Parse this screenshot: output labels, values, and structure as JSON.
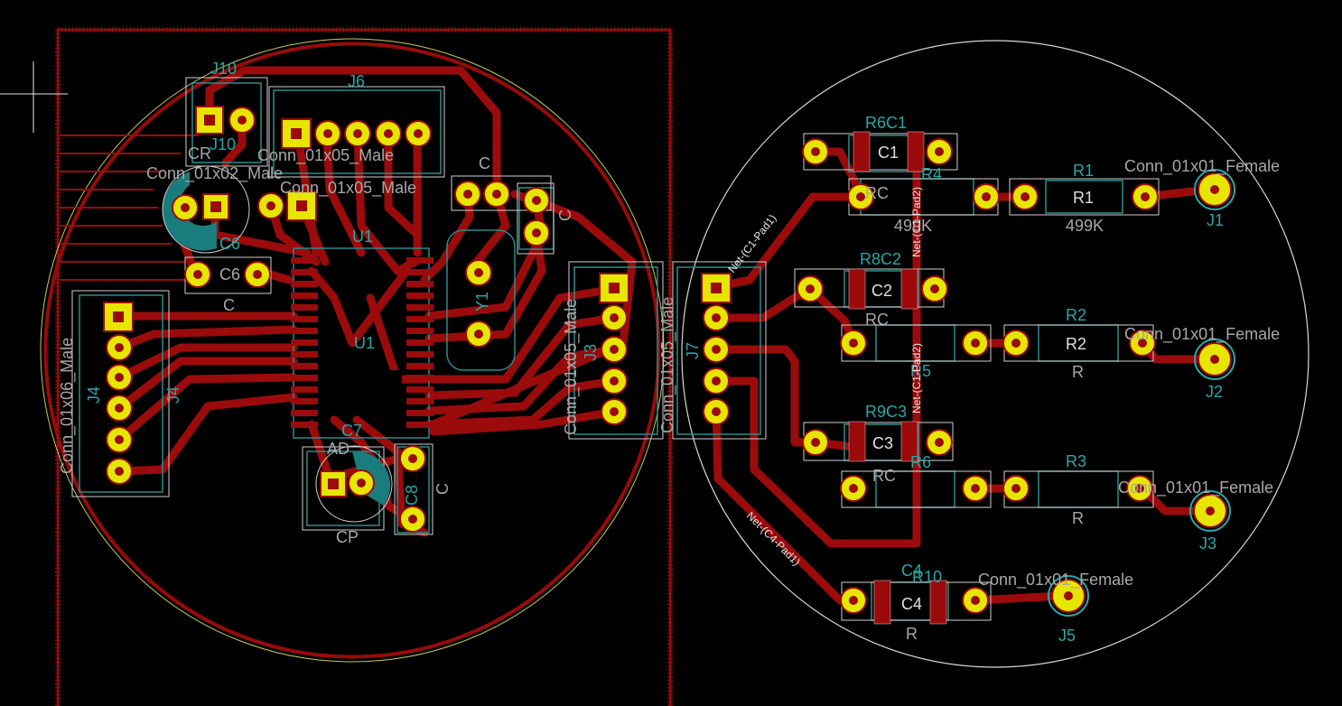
{
  "colors": {
    "background": "#000000",
    "copper": "#9b0b0b",
    "pad": "#e6e600",
    "silk_ref": "#2aa6a6",
    "silk_val": "#a8a8a8",
    "fab_outline": "#2a8c8c",
    "courtyard": "#d0d0d0",
    "edge": "#e0e0e0"
  },
  "icons": {
    "cursor": "crosshair-icon"
  },
  "left_board": {
    "labels": [
      {
        "id": "j10_ref",
        "text": "J10"
      },
      {
        "id": "j6_ref",
        "text": "J6"
      },
      {
        "id": "jxx_ref",
        "text": "J10"
      },
      {
        "id": "conn_a",
        "text": "Conn_01x02_Male"
      },
      {
        "id": "conn_b",
        "text": "Conn_01x05_Male"
      },
      {
        "id": "conn_c",
        "text": "Conn_01x05_Male"
      },
      {
        "id": "cr",
        "text": "CR"
      },
      {
        "id": "c6_ref",
        "text": "C6"
      },
      {
        "id": "c6b",
        "text": "C6"
      },
      {
        "id": "c_val_1",
        "text": "C"
      },
      {
        "id": "c_top",
        "text": "C"
      },
      {
        "id": "u1_top",
        "text": "U1"
      },
      {
        "id": "u1_mid",
        "text": "U1"
      },
      {
        "id": "y1",
        "text": "Y1"
      },
      {
        "id": "j4_conn",
        "text": "Conn_01x06_Male"
      },
      {
        "id": "j4_ref",
        "text": "J4"
      },
      {
        "id": "j4_ref2",
        "text": "J4"
      },
      {
        "id": "j3_conn",
        "text": "Conn_01x05_Male"
      },
      {
        "id": "j3_ref",
        "text": "J3"
      },
      {
        "id": "c7_ref",
        "text": "C7"
      },
      {
        "id": "ad",
        "text": "AD"
      },
      {
        "id": "c8",
        "text": "C8"
      },
      {
        "id": "c8_val",
        "text": "C"
      },
      {
        "id": "cp",
        "text": "CP"
      },
      {
        "id": "c_side",
        "text": "C"
      }
    ]
  },
  "middle": {
    "j7_conn": "Conn_01x05_Male",
    "j7_ref": "J7"
  },
  "right_board": {
    "rows": [
      {
        "cap_ref": "C1",
        "cap_val": "RC",
        "res_ref": "R1",
        "res_val": "499K",
        "r4": "R4",
        "r4_val": "499K",
        "conn_val": "Conn_01x01_Female",
        "conn_ref": "J1",
        "top_label": "R6C1"
      },
      {
        "cap_ref": "C2",
        "cap_val": "RC",
        "res_ref": "R2",
        "res_val": "R",
        "r5": "R5",
        "conn_val": "Conn_01x01_Female",
        "conn_ref": "J2",
        "top_label": "R8C2"
      },
      {
        "cap_ref": "C3",
        "cap_val": "RC",
        "res_ref": "R3",
        "res_val": "R",
        "r6": "R6",
        "conn_val": "Conn_01x01_Female",
        "conn_ref": "J3",
        "top_label": "R9C3"
      },
      {
        "cap_ref": "C4",
        "cap_val": "R",
        "res_ref": "R10",
        "conn_val": "Conn_01x01_Female",
        "conn_ref": "J5",
        "top_label": "C4"
      }
    ],
    "net_labels": [
      "Net-(C1-Pad1)",
      "Net-(C1-Pad2)",
      "Net-(C1-Pad2)",
      "Net-(C4-Pad1)"
    ]
  }
}
